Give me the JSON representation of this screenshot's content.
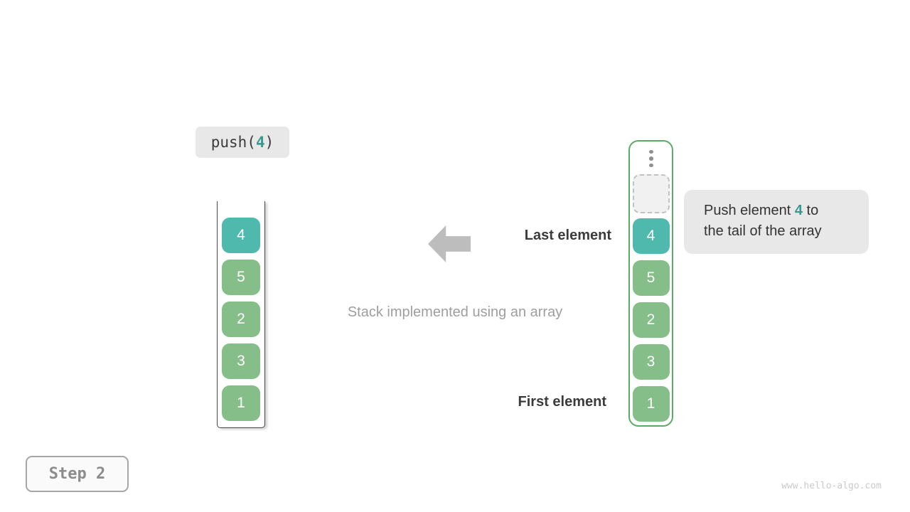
{
  "colors": {
    "accent_teal": "#3a988f",
    "block_teal": "#50b9ae",
    "block_green": "#85be89",
    "right_border": "#5bab67",
    "container_line": "#4a4a4a",
    "dark_text": "#3b3b3b",
    "caption_gray": "#9e9e9e",
    "arrow_gray": "#bdbdbd",
    "pill_bg": "#e8e8e8",
    "dashed_border": "#c2c2c2",
    "dashed_bg": "#f1f1f1",
    "dot_color": "#8f8f8f",
    "step_bg": "#fafafa",
    "step_border": "#a6a6a6",
    "step_text": "#8c8c8c",
    "watermark_color": "#cbcbcb"
  },
  "push_label": {
    "parts": [
      {
        "text": "push("
      },
      {
        "text": "4",
        "accent": true
      },
      {
        "text": ")"
      }
    ]
  },
  "left_stack": {
    "cells": [
      {
        "value": "4",
        "highlight": true
      },
      {
        "value": "5"
      },
      {
        "value": "2"
      },
      {
        "value": "3"
      },
      {
        "value": "1"
      }
    ]
  },
  "right_stack": {
    "cells": [
      {
        "value": "4",
        "highlight": true
      },
      {
        "value": "5"
      },
      {
        "value": "2"
      },
      {
        "value": "3"
      },
      {
        "value": "1"
      }
    ]
  },
  "labels": {
    "last_element": "Last element",
    "first_element": "First element",
    "caption": "Stack implemented using an array"
  },
  "tooltip": {
    "parts": [
      {
        "text": "Push element "
      },
      {
        "text": "4",
        "accent": true
      },
      {
        "text": " to"
      },
      {
        "br": true
      },
      {
        "text": "the tail of the array"
      }
    ]
  },
  "step_badge": {
    "label": "Step 2"
  },
  "watermark": "www.hello-algo.com"
}
